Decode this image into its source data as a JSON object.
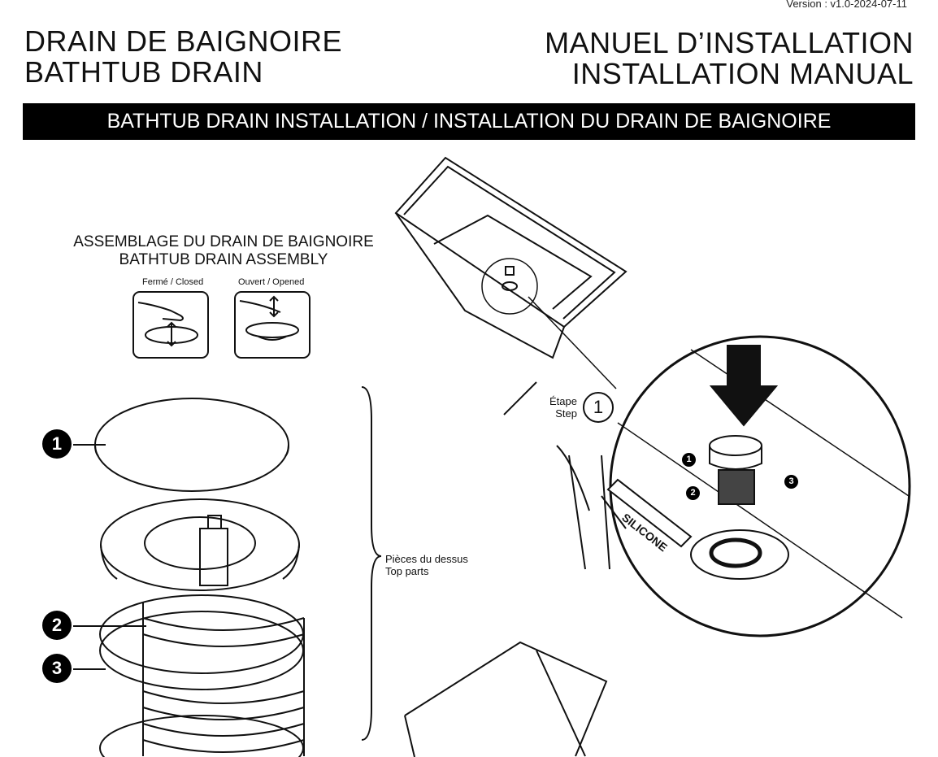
{
  "header": {
    "version": "Version : v1.0-2024-07-11",
    "product_fr": "DRAIN DE BAIGNOIRE",
    "product_en": "BATHTUB DRAIN",
    "manual_fr": "MANUEL D’INSTALLATION",
    "manual_en": "INSTALLATION MANUAL"
  },
  "banner": "BATHTUB DRAIN INSTALLATION / INSTALLATION DU DRAIN DE BAIGNOIRE",
  "assembly": {
    "title_fr": "ASSEMBLAGE DU DRAIN DE BAIGNOIRE",
    "title_en": "BATHTUB DRAIN ASSEMBLY",
    "closed_label": "Fermé / Closed",
    "opened_label": "Ouvert / Opened",
    "parts": [
      "1",
      "2",
      "3"
    ],
    "top_parts_fr": "Pièces du dessus",
    "top_parts_en": "Top parts"
  },
  "step": {
    "label_fr": "Étape",
    "label_en": "Step",
    "number": "1",
    "silicone": "SILICONE",
    "callouts": [
      "1",
      "2",
      "3"
    ]
  }
}
